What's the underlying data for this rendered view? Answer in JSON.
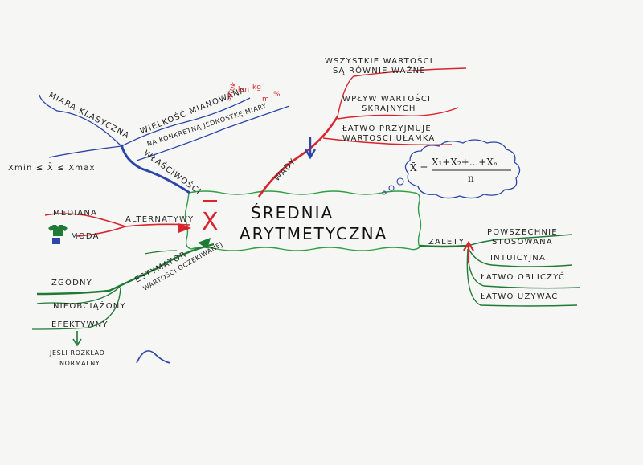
{
  "colors": {
    "blue": "#2b45a8",
    "red": "#d8242c",
    "green": "#1f7a35",
    "centerGreen": "#2f9e44",
    "ink": "#222222"
  },
  "center": {
    "symbol": "X",
    "line1": "ŚREDNIA",
    "line2": "ARYTMETYCZNA"
  },
  "formula": {
    "lhs": "X̄ =",
    "numerator": "X₁+X₂+...+Xₙ",
    "denominator": "n"
  },
  "branches": {
    "wlasciwosci": {
      "label": "WŁAŚCIWOŚCI",
      "miara": "MIARA KLASYCZNA",
      "wielkosc": "WIELKOŚĆ MIANOWANA",
      "jednostki": "NA KONKRETNĄ JEDNOSTKĘ MIARY",
      "units": [
        "sztuk",
        "km",
        "kg",
        "m",
        "%"
      ],
      "range": "Xmin ≤ X̄ ≤ Xmax"
    },
    "alternatywy": {
      "label": "ALTERNATYWY",
      "items": [
        "MEDIANA",
        "MODA"
      ]
    },
    "estymator": {
      "label": "ESTYMATOR",
      "sublabel": "WARTOŚCI OCZEKIWANEJ",
      "items": [
        "ZGODNY",
        "NIEOBCIĄŻONY",
        "EFEKTYWNY"
      ],
      "note_line1": "JEŚLI ROZKŁAD",
      "note_line2": "NORMALNY"
    },
    "wady": {
      "label": "WADY",
      "items": [
        {
          "line1": "WSZYSTKIE WARTOŚCI",
          "line2": "SĄ RÓWNIE WAŻNE"
        },
        {
          "line1": "WPŁYW WARTOŚCI",
          "line2": "SKRAJNYCH"
        },
        {
          "line1": "ŁATWO PRZYJMUJE",
          "line2": "WARTOŚCI UŁAMKA"
        }
      ]
    },
    "zalety": {
      "label": "ZALETY",
      "items": [
        {
          "line1": "POWSZECHNIE",
          "line2": "STOSOWANA"
        },
        {
          "line1": "INTUICYJNA",
          "line2": ""
        },
        {
          "line1": "ŁATWO OBLICZYĆ",
          "line2": ""
        },
        {
          "line1": "ŁATWO UŻYWAĆ",
          "line2": ""
        }
      ]
    }
  }
}
